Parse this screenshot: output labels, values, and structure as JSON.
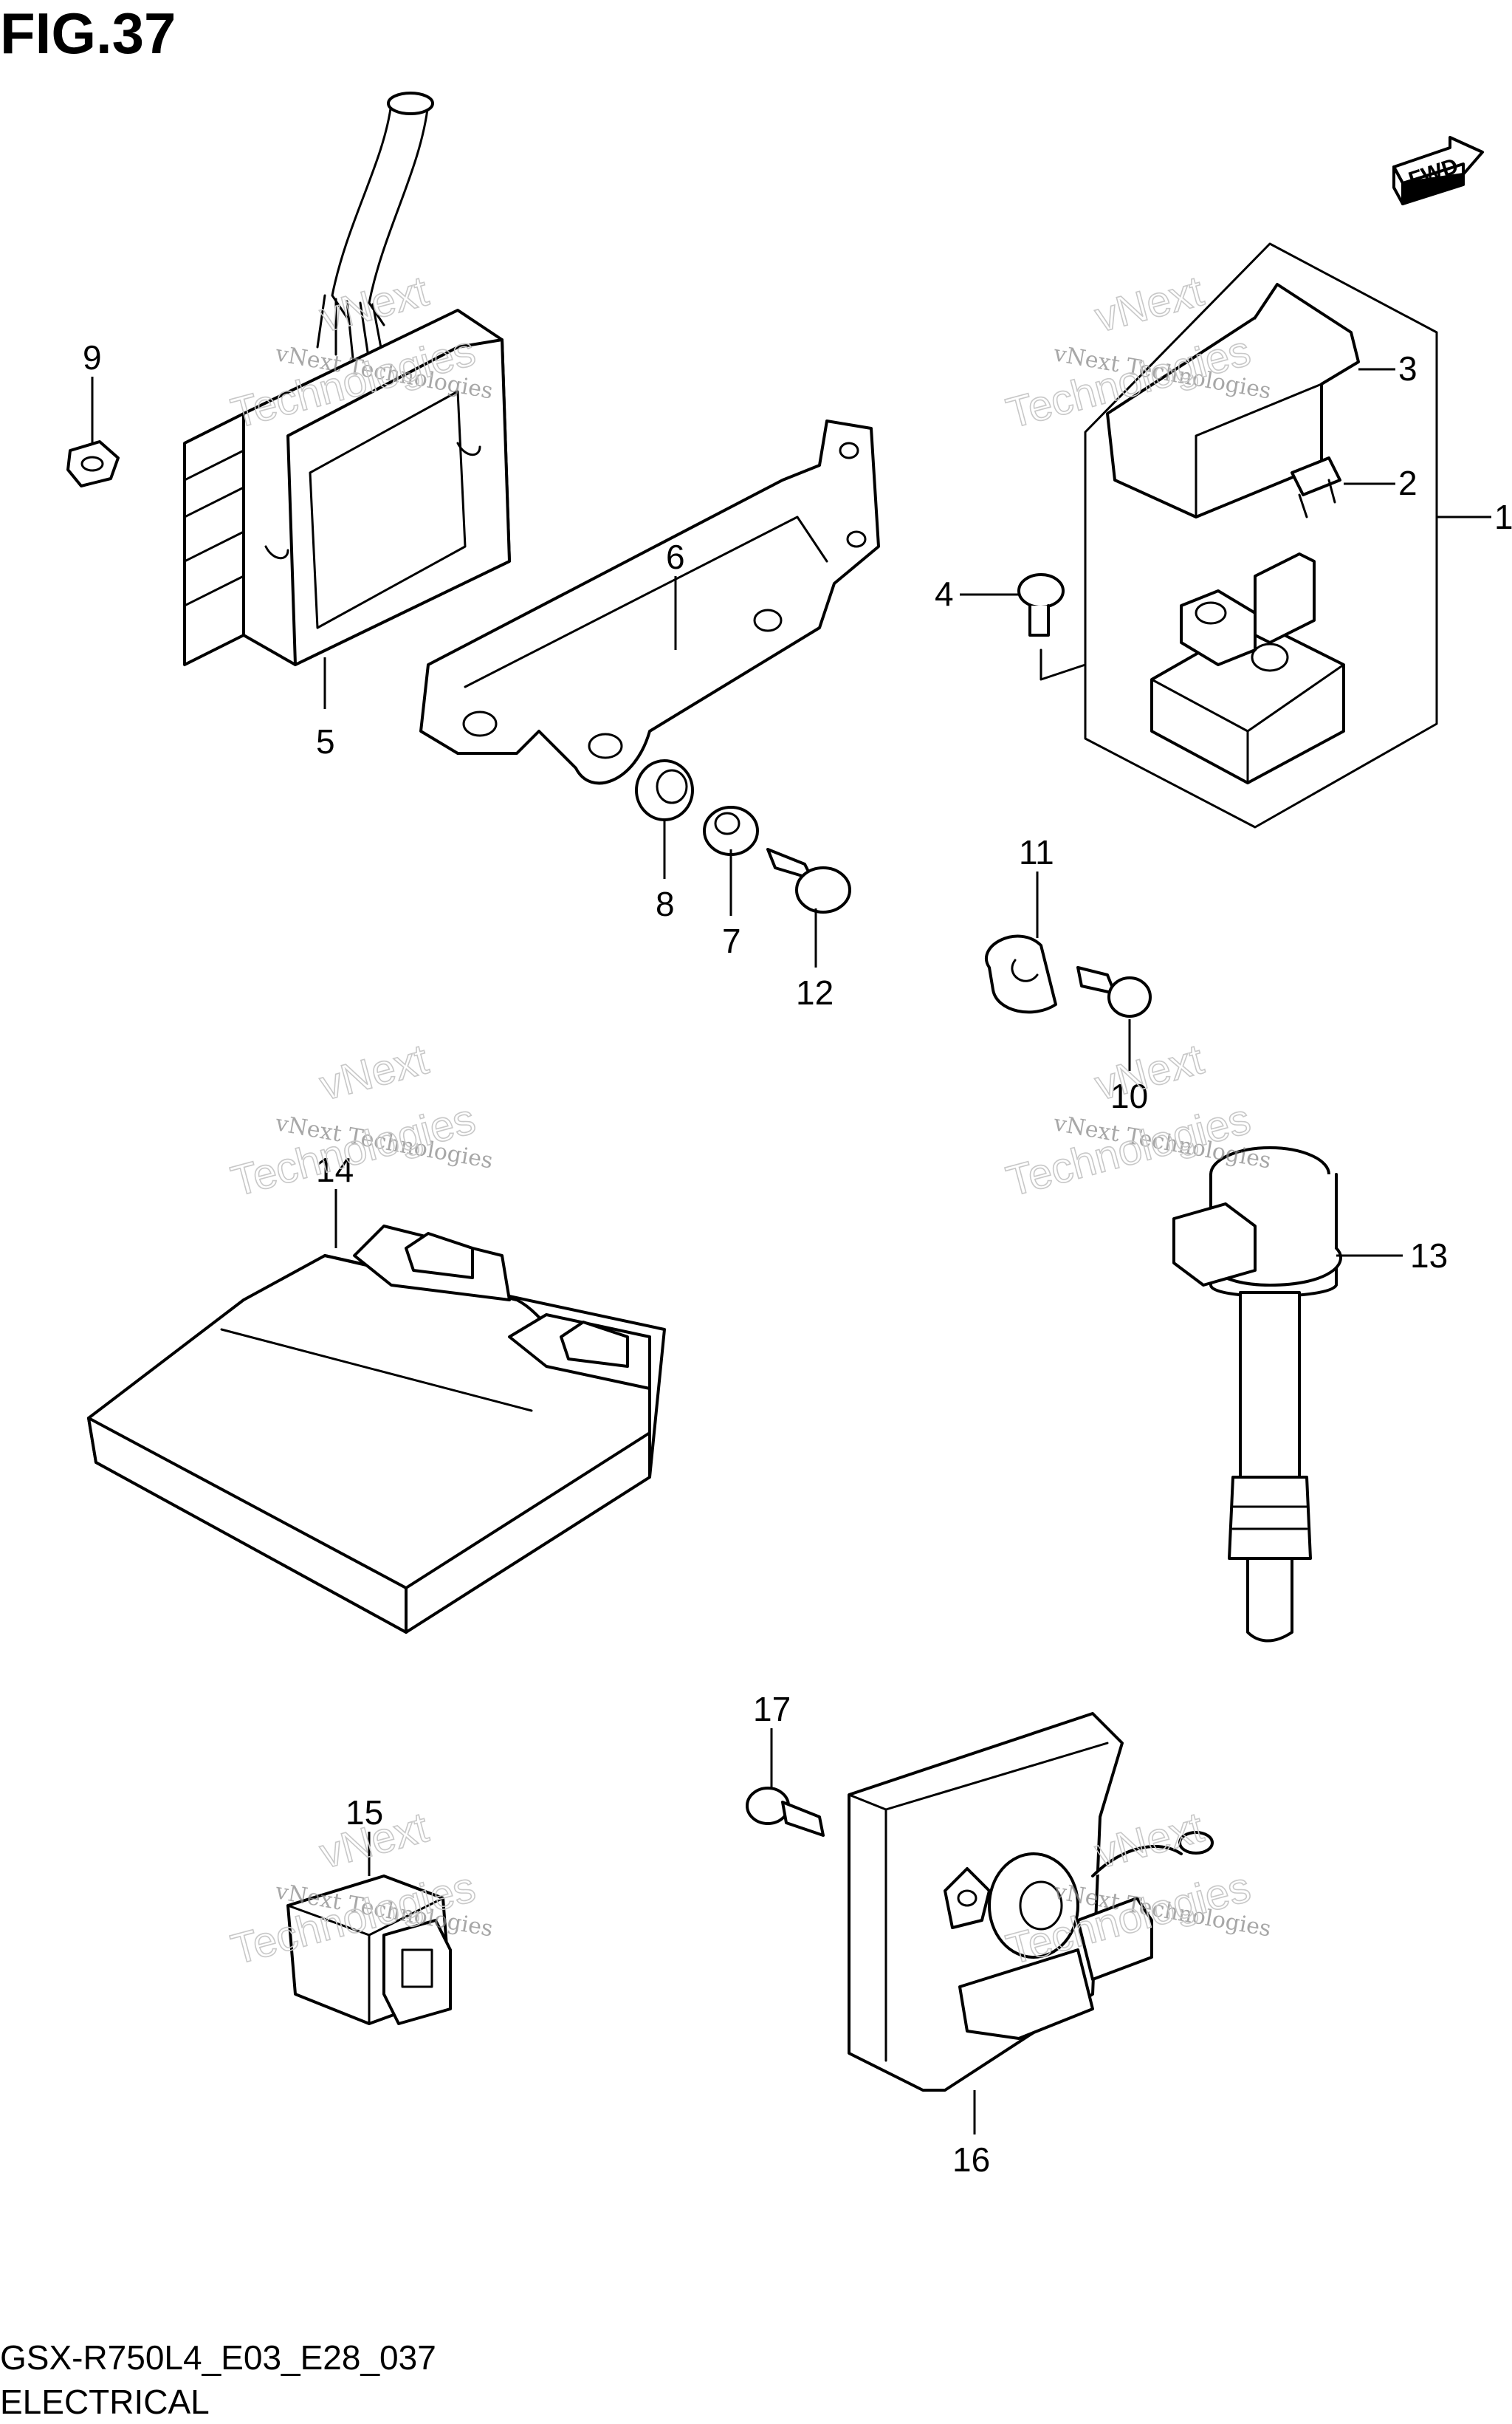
{
  "figure": {
    "title": "FIG.37",
    "code": "GSX-R750L4_E03_E28_037",
    "section": "ELECTRICAL"
  },
  "direction_marker": "FWD",
  "watermark": {
    "line1": "vNext Technologies",
    "line2": "vNext",
    "line3": "Technologies"
  },
  "callouts": [
    {
      "id": "1",
      "label": "1"
    },
    {
      "id": "2",
      "label": "2"
    },
    {
      "id": "3",
      "label": "3"
    },
    {
      "id": "4",
      "label": "4"
    },
    {
      "id": "5",
      "label": "5"
    },
    {
      "id": "6",
      "label": "6"
    },
    {
      "id": "7",
      "label": "7"
    },
    {
      "id": "8",
      "label": "8"
    },
    {
      "id": "9",
      "label": "9"
    },
    {
      "id": "10",
      "label": "10"
    },
    {
      "id": "11",
      "label": "11"
    },
    {
      "id": "12",
      "label": "12"
    },
    {
      "id": "13",
      "label": "13"
    },
    {
      "id": "14",
      "label": "14"
    },
    {
      "id": "15",
      "label": "15"
    },
    {
      "id": "16",
      "label": "16"
    },
    {
      "id": "17",
      "label": "17"
    }
  ]
}
